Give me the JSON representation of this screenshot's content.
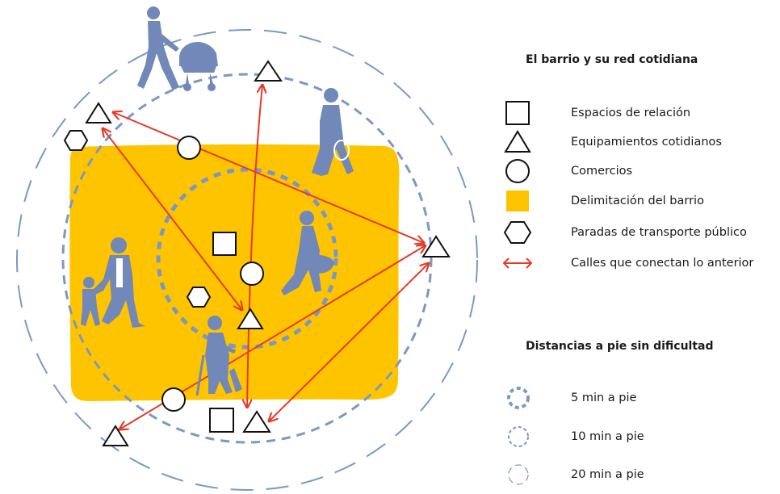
{
  "colors": {
    "neighborhood": "#ffc400",
    "ring": "#7b98c4",
    "arrow": "#e63a28",
    "figure": "#7188b8",
    "stroke": "#111111"
  },
  "legend": {
    "title": "El barrio y su red cotidiana",
    "items": [
      {
        "icon": "square-icon",
        "label": "Espacios de relación"
      },
      {
        "icon": "triangle-icon",
        "label": "Equipamientos cotidianos"
      },
      {
        "icon": "circle-icon",
        "label": "Comercios"
      },
      {
        "icon": "yellow-area-icon",
        "label": "Delimitación del barrio"
      },
      {
        "icon": "hexagon-icon",
        "label": "Paradas de transporte público"
      },
      {
        "icon": "double-arrow-icon",
        "label": "Calles que conectan lo anterior"
      }
    ]
  },
  "distances": {
    "title": "Distancias a pie sin dificultad",
    "items": [
      {
        "icon": "ring-5min-icon",
        "label": "5 min a pie"
      },
      {
        "icon": "ring-10min-icon",
        "label": "10 min a pie"
      },
      {
        "icon": "ring-20min-icon",
        "label": "20 min a pie"
      }
    ]
  }
}
